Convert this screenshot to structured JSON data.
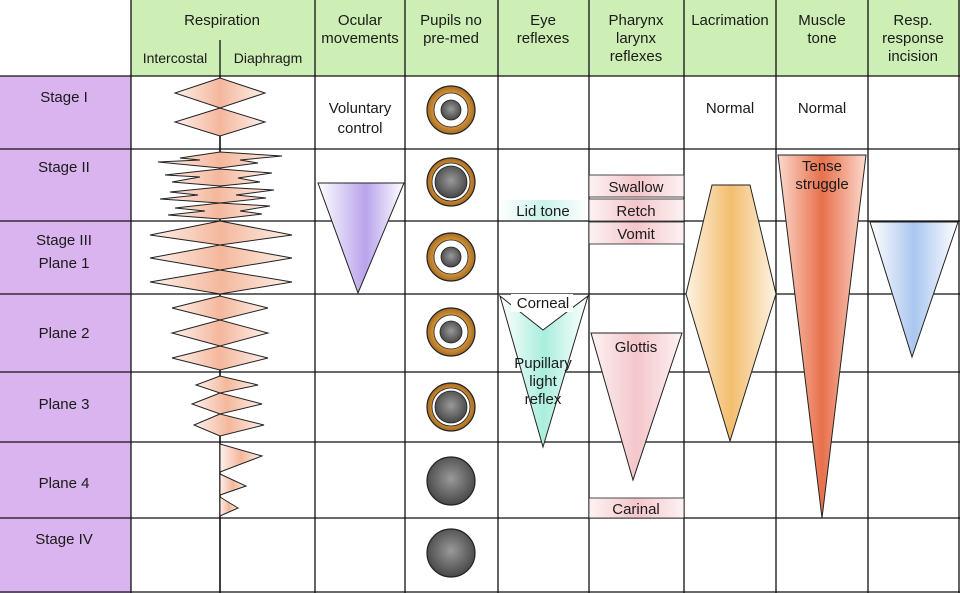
{
  "colors": {
    "header_bg": "#cdeeb4",
    "stage_bg": "#d9b4ee",
    "grid": "#111111",
    "respiration_fill": "#f7c2aa",
    "ocular": "#b9a3ec",
    "lid_tone": "#c8f2ea",
    "corneal": "#b8f0e2",
    "pharynx": "#f7d3d6",
    "lacrimation": "#f4c27a",
    "muscle": "#ec8564",
    "resp_response": "#b5cdf0",
    "iris": "#c98a33",
    "pupil": "#555555"
  },
  "headers": {
    "respiration": "Respiration",
    "intercostal": "Intercostal",
    "diaphragm": "Diaphragm",
    "ocular": [
      "Ocular",
      "movements"
    ],
    "pupils": [
      "Pupils no",
      "pre-med"
    ],
    "eye": [
      "Eye",
      "reflexes"
    ],
    "pharynx": [
      "Pharynx",
      "larynx",
      "reflexes"
    ],
    "lacrimation": [
      "Lacrimation"
    ],
    "muscle": [
      "Muscle",
      "tone"
    ],
    "resp_response": [
      "Resp.",
      "response",
      "incision"
    ]
  },
  "stages": {
    "stage1": [
      "Stage I"
    ],
    "stage2": [
      "Stage II"
    ],
    "stage3": [
      "Stage III",
      "Plane 1"
    ],
    "plane2": [
      "Plane 2"
    ],
    "plane3": [
      "Plane 3"
    ],
    "plane4": [
      "Plane 4"
    ],
    "stage4": [
      "Stage IV"
    ]
  },
  "labels": {
    "voluntary": [
      "Voluntary",
      "control"
    ],
    "lacrimation_normal": "Normal",
    "muscle_normal": "Normal",
    "tense": [
      "Tense",
      "struggle"
    ],
    "lid_tone": "Lid tone",
    "corneal": "Corneal",
    "pupillary": [
      "Pupillary",
      "light",
      "reflex"
    ],
    "swallow": "Swallow",
    "retch": "Retch",
    "vomit": "Vomit",
    "glottis": "Glottis",
    "carinal": "Carinal"
  },
  "icons": {
    "pupil_dilation": [
      "pupil-small-icon",
      "pupil-medium-icon",
      "pupil-small-icon",
      "pupil-small-icon",
      "pupil-medium-icon",
      "pupil-dilated-icon",
      "pupil-dilated-icon"
    ]
  }
}
